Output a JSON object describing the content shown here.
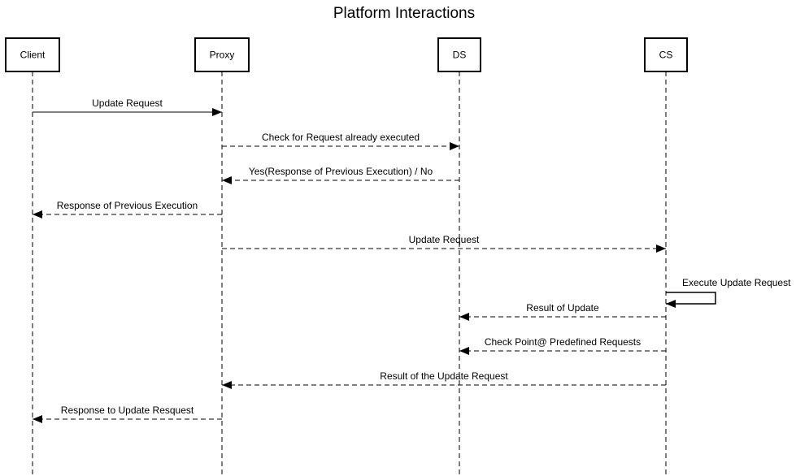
{
  "title": "Platform Interactions",
  "participants": [
    {
      "id": "client",
      "label": "Client"
    },
    {
      "id": "proxy",
      "label": "Proxy"
    },
    {
      "id": "ds",
      "label": "DS"
    },
    {
      "id": "cs",
      "label": "CS"
    }
  ],
  "messages": [
    {
      "from": "client",
      "to": "proxy",
      "label": "Update Request",
      "style": "solid"
    },
    {
      "from": "proxy",
      "to": "ds",
      "label": "Check for Request already executed",
      "style": "dashed"
    },
    {
      "from": "ds",
      "to": "proxy",
      "label": "Yes(Response of Previous Execution) / No",
      "style": "dashed"
    },
    {
      "from": "proxy",
      "to": "client",
      "label": "Response of Previous Execution",
      "style": "dashed"
    },
    {
      "from": "proxy",
      "to": "cs",
      "label": "Update Request",
      "style": "dashed"
    },
    {
      "from": "cs",
      "to": "cs",
      "label": "Execute Update Request",
      "style": "solid"
    },
    {
      "from": "cs",
      "to": "ds",
      "label": "Result of Update",
      "style": "dashed"
    },
    {
      "from": "cs",
      "to": "ds",
      "label": "Check Point@ Predefined Requests",
      "style": "dashed"
    },
    {
      "from": "cs",
      "to": "proxy",
      "label": "Result of the Update Request",
      "style": "dashed"
    },
    {
      "from": "proxy",
      "to": "client",
      "label": "Response to Update Resquest",
      "style": "dashed"
    }
  ]
}
